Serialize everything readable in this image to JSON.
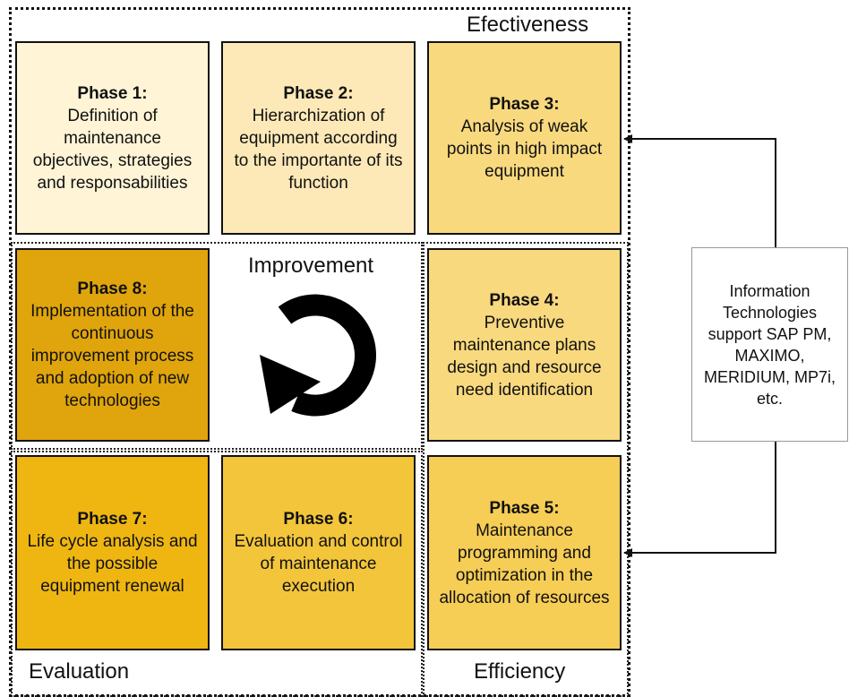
{
  "colors": {
    "phase1": "#fff4d6",
    "phase2": "#fde9b7",
    "phase3": "#f9d97e",
    "phase4": "#f9d97e",
    "phase5": "#f6cd55",
    "phase6": "#f3c53a",
    "phase7": "#efb612",
    "phase8": "#e0a50c"
  },
  "labels": {
    "effectiveness": "Efectiveness",
    "improvement": "Improvement",
    "evaluation": "Evaluation",
    "efficiency": "Efficiency"
  },
  "phases": [
    {
      "title": "Phase 1:",
      "text": "Definition of maintenance objectives, strategies and responsabilities"
    },
    {
      "title": "Phase 2:",
      "text": "Hierarchization of equipment according to the importante of its function"
    },
    {
      "title": "Phase 3:",
      "text": "Analysis of weak points in high impact equipment"
    },
    {
      "title": "Phase 4:",
      "text": "Preventive maintenance plans design and resource need identification"
    },
    {
      "title": "Phase 5:",
      "text": "Maintenance programming and optimization in the allocation of resources"
    },
    {
      "title": "Phase 6:",
      "text": "Evaluation and control of maintenance execution"
    },
    {
      "title": "Phase 7:",
      "text": "Life cycle analysis and the possible equipment renewal"
    },
    {
      "title": "Phase 8:",
      "text": "Implementation of the continuous improvement process and adoption of new technologies"
    }
  ],
  "it_support": "Information Technologies support SAP PM, MAXIMO, MERIDIUM, MP7i, etc.",
  "icons": {
    "cycle": "circular-arrow-icon"
  }
}
